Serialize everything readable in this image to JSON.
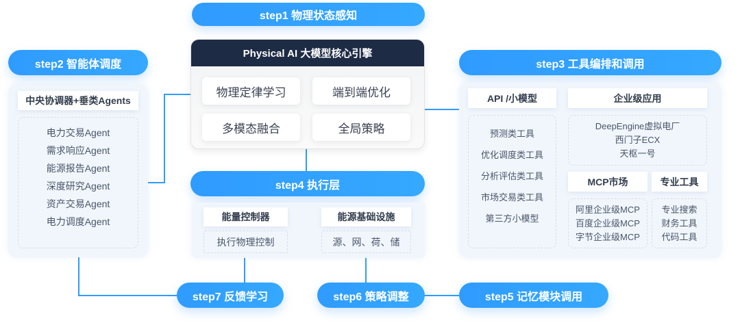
{
  "steps": {
    "step1": "step1 物理状态感知",
    "step2": "step2 智能体调度",
    "step3": "step3 工具编排和调用",
    "step4": "step4 执行层",
    "step5": "step5 记忆模块调用",
    "step6": "step6 策略调整",
    "step7": "step7 反馈学习"
  },
  "core": {
    "title": "Physical AI 大模型核心引擎",
    "cells": [
      "物理定律学习",
      "端到端优化",
      "多模态融合",
      "全局策略"
    ]
  },
  "agents": {
    "header": "中央协调器+垂类Agents",
    "items": [
      "电力交易Agent",
      "需求响应Agent",
      "能源报告Agent",
      "深度研究Agent",
      "资产交易Agent",
      "电力调度Agent"
    ]
  },
  "exec": {
    "controller": {
      "header": "能量控制器",
      "body": "执行物理控制"
    },
    "infra": {
      "header": "能源基础设施",
      "body": "源、网、荷、储"
    }
  },
  "tools": {
    "api": {
      "header": "API /小模型",
      "items": [
        "预测类工具",
        "优化调度类工具",
        "分析评估类工具",
        "市场交易类工具",
        "第三方小模型"
      ]
    },
    "enterprise": {
      "header": "企业级应用",
      "items": [
        "DeepEngine虚拟电厂",
        "西门子ECX",
        "天枢一号"
      ]
    },
    "mcp": {
      "header": "MCP市场",
      "items": [
        "阿里企业级MCP",
        "百度企业级MCP",
        "字节企业级MCP"
      ]
    },
    "pro": {
      "header": "专业工具",
      "items": [
        "专业搜索",
        "财务工具",
        "代码工具"
      ]
    }
  }
}
